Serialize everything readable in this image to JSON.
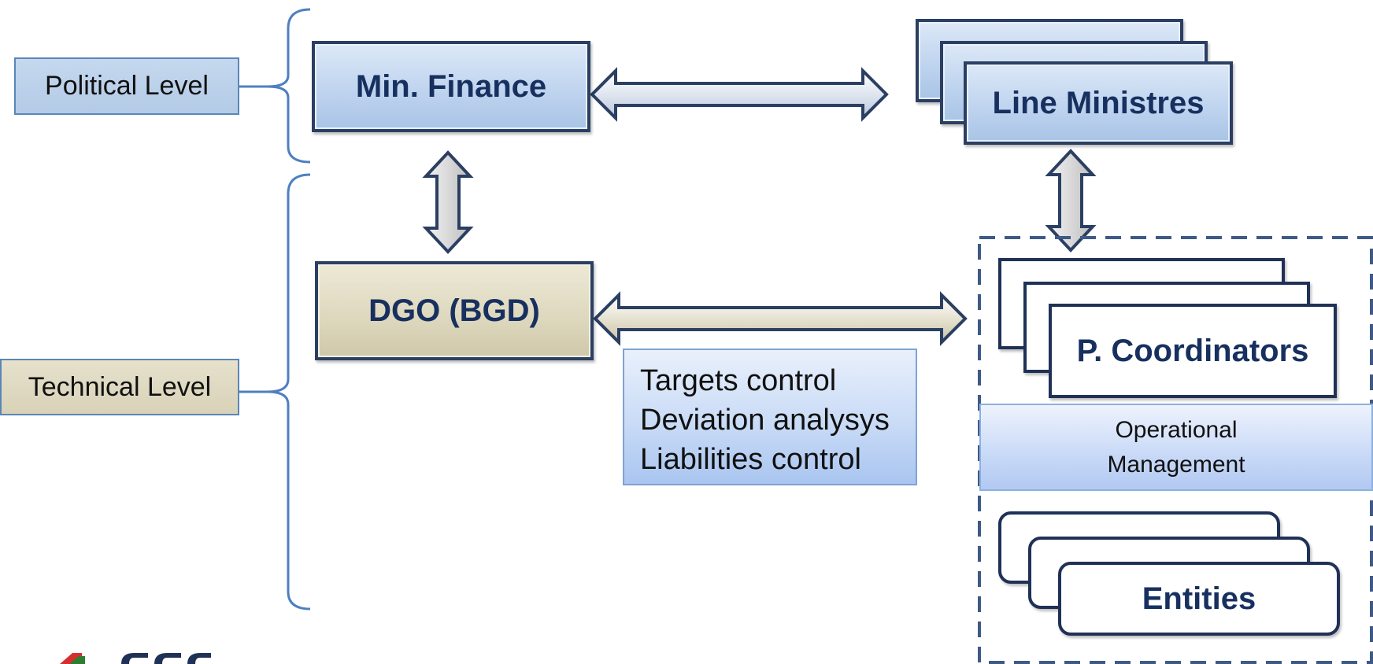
{
  "levels": {
    "political": "Political Level",
    "technical": "Technical Level"
  },
  "nodes": {
    "min_finance": "Min. Finance",
    "line_ministres": "Line Ministres",
    "dgo_bgd": "DGO (BGD)",
    "p_coordinators": "P. Coordinators",
    "entities": "Entities"
  },
  "info_box": {
    "lines": [
      "Targets control",
      "Deviation analysys",
      "Liabilities control"
    ]
  },
  "operational": {
    "line1": "Operational",
    "line2": "Management"
  },
  "colors": {
    "node_blue": "#c5d8f0",
    "node_tan": "#ddd7bd",
    "border_navy": "#2b3f63",
    "text_navy": "#17305f",
    "bracket_blue": "#4f7fbf",
    "logo_red": "#d32f2f",
    "logo_green": "#2e7d32",
    "logo_navy": "#1f3156"
  },
  "logo": {
    "icon": "institution-logo-icon"
  }
}
